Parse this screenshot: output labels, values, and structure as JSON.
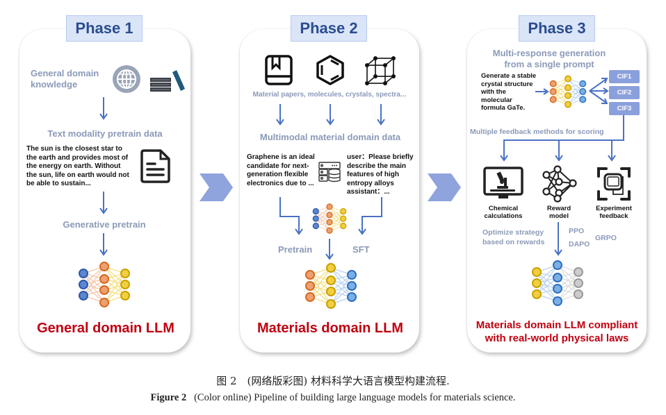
{
  "phases": [
    {
      "label": "Phase 1",
      "source_label": "General domain knowledge",
      "data_label": "Text modality pretrain data",
      "sample_text": "The sun is the closest star to the earth and provides most of the energy on earth. Without the sun, life on earth would not be able to sustain...",
      "process_label": "Generative pretrain",
      "output_label": "General domain LLM",
      "icons": [
        "globe-icon",
        "books-icon",
        "document-icon",
        "neural-network-icon"
      ]
    },
    {
      "label": "Phase 2",
      "source_label": "Material papers, molecules, crystals, spectra...",
      "data_label": "Multimodal material domain data",
      "sample_text_left": "Graphene is an ideal candidate for next-generation flexible electronics due to ...",
      "sample_text_right": "user：Please briefly describe the main features of high entropy alloys assistant：...",
      "pretrain_label": "Pretrain",
      "sft_label": "SFT",
      "output_label": "Materials domain LLM",
      "icons": [
        "book-icon",
        "benzene-icon",
        "crystal-lattice-icon",
        "database-icon",
        "neural-network-icon"
      ]
    },
    {
      "label": "Phase 3",
      "generation_label": "Multi-response generation from a single prompt",
      "prompt_text": "Generate a stable crystal structure with the molecular formula GaTe.",
      "cif_outputs": [
        "CIF1",
        "CIF2",
        "CIF3"
      ],
      "feedback_label": "Multiple feedback methods for scoring",
      "feedback_methods": [
        {
          "label": "Chemical calculations",
          "icon": "computer-microscope-icon"
        },
        {
          "label": "Reward model",
          "icon": "network-graph-icon"
        },
        {
          "label": "Experiment feedback",
          "icon": "device-scan-icon"
        }
      ],
      "optimize_label": "Optimize strategy based on rewards",
      "algorithms": [
        "PPO",
        "DAPO",
        "GRPO"
      ],
      "output_label": "Materials domain LLM compliant with real-world physical laws"
    }
  ],
  "caption": {
    "chinese": "图 2　(网络版彩图) 材料科学大语言模型构建流程.",
    "english_label": "Figure 2",
    "english": "(Color online) Pipeline of building large language models for materials science."
  },
  "colors": {
    "phase_box_fill": "#dbe5f8",
    "phase_box_text": "#2a4d8f",
    "arrow_blue": "#4a72c4",
    "gray_heading": "#8b9ab8",
    "red_output": "#c00010",
    "chevron": "#8fa3dc",
    "cif_fill": "#8aa0dc"
  }
}
